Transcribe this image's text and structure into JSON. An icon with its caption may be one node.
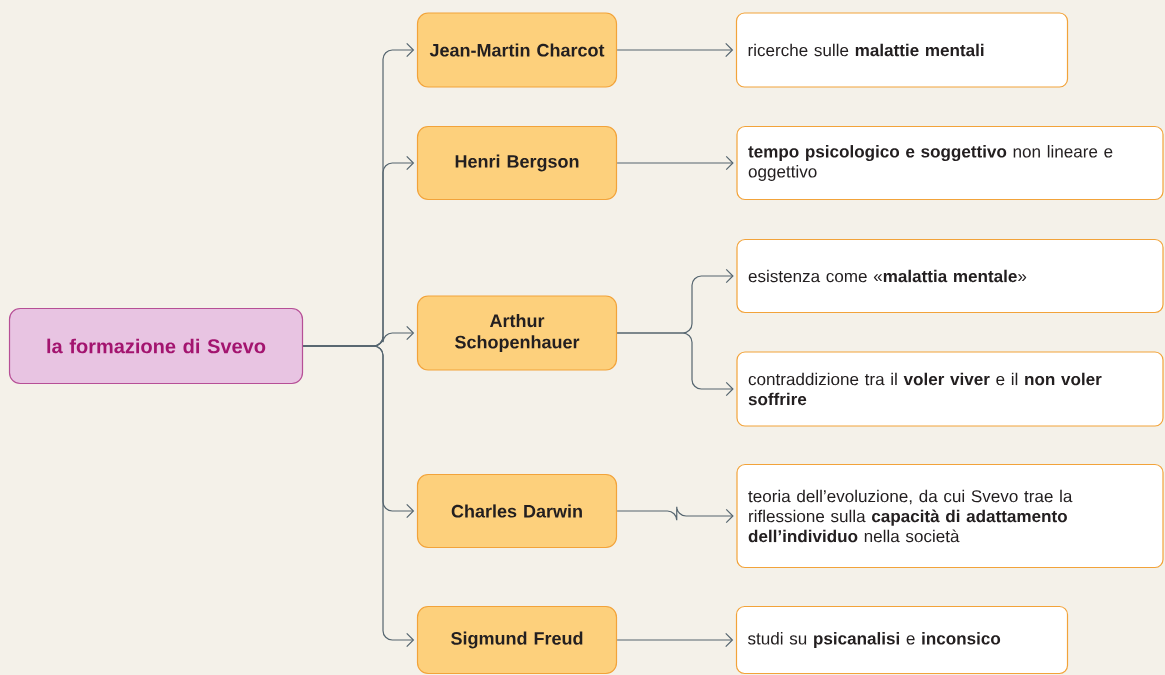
{
  "diagram": {
    "nodes": [
      {
        "text": [
          "la formazione di Svevo"
        ]
      },
      {
        "text": [
          "Jean-Martin Charcot"
        ]
      },
      {
        "text": [
          "Henri Bergson"
        ]
      },
      {
        "text": [
          "Arthur Schopenhauer"
        ]
      },
      {
        "text": [
          "Charles Darwin"
        ]
      },
      {
        "text": [
          "Sigmund Freud"
        ]
      },
      {
        "text": [
          "ricerche sulle **malattie mentali**"
        ]
      },
      {
        "text": [
          "**tempo psicologico e soggettivo** non lineare e oggettivo"
        ]
      },
      {
        "text": [
          "esistenza come «**malattia mentale**»"
        ]
      },
      {
        "text": [
          "contraddizione tra il **voler viver** e il **non voler soffrire**"
        ]
      },
      {
        "text": [
          "teoria dell’evoluzione, da cui Svevo trae la riflessione sulla **capacità di adattamento dell’individuo** nella società"
        ]
      },
      {
        "text": [
          "studi su **psicanalisi** e **inconsico**"
        ]
      }
    ],
    "edges": [
      {
        "from": 0,
        "to": 1,
        "arrow": "to"
      },
      {
        "from": 0,
        "to": 2,
        "arrow": "to"
      },
      {
        "from": 0,
        "to": 3,
        "arrow": "to"
      },
      {
        "from": 0,
        "to": 4,
        "arrow": "to"
      },
      {
        "from": 0,
        "to": 5,
        "arrow": "to"
      },
      {
        "from": 1,
        "to": 6,
        "arrow": "to"
      },
      {
        "from": 2,
        "to": 7,
        "arrow": "to"
      },
      {
        "from": 3,
        "to": 8,
        "arrow": "to"
      },
      {
        "from": 3,
        "to": 9,
        "arrow": "to"
      },
      {
        "from": 4,
        "to": 10,
        "arrow": "to"
      },
      {
        "from": 5,
        "to": 11,
        "arrow": "to"
      }
    ]
  }
}
